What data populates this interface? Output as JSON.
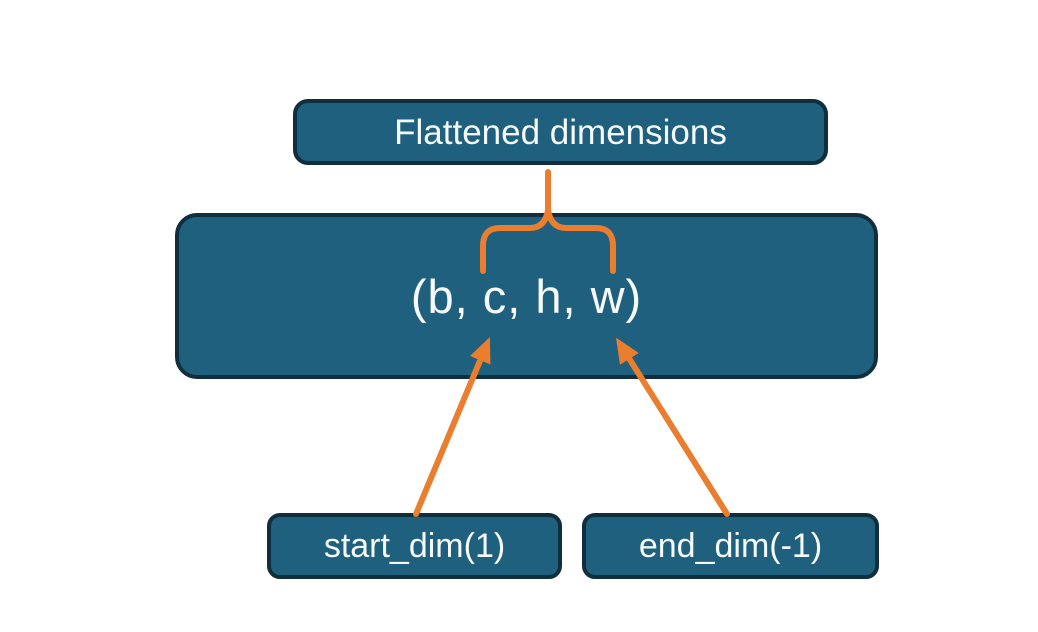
{
  "diagram": {
    "title_box": {
      "label": "Flattened dimensions"
    },
    "main_box": {
      "label": "(b, c, h, w)"
    },
    "start_dim_box": {
      "label": "start_dim(1)"
    },
    "end_dim_box": {
      "label": "end_dim(-1)"
    }
  },
  "colors": {
    "box_fill": "#20607F",
    "box_border": "#112E3C",
    "accent_orange": "#EB7D2F",
    "text": "#F7FAFA",
    "background": "#FFFFFF"
  }
}
